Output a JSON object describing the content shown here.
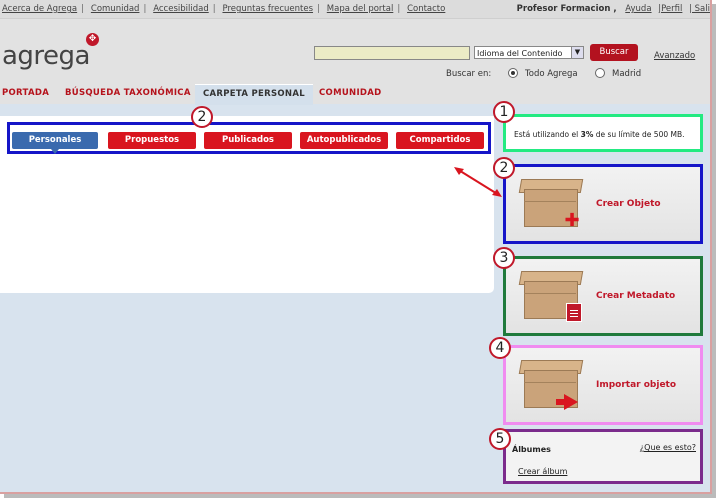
{
  "top_links": [
    "Acerca de Agrega",
    "Comunidad",
    "Accesibilidad",
    "Preguntas frecuentes",
    "Mapa del portal",
    "Contacto"
  ],
  "user": {
    "name": "Profesor Formacion ,",
    "help": "Ayuda",
    "profile": "|Perfil",
    "logout": "| Sali"
  },
  "brand": {
    "logo": "agrega"
  },
  "search": {
    "placeholder": "",
    "select_value": "Idioma del Contenido",
    "button": "Buscar",
    "advanced": "Avanzado",
    "scope_label": "Buscar en:",
    "scope_all": "Todo Agrega",
    "scope_local": "Madrid"
  },
  "nav": {
    "items": [
      "PORTADA",
      "BÚSQUEDA TAXONÓMICA",
      "CARPETA PERSONAL",
      "COMUNIDAD"
    ],
    "active": "CARPETA PERSONAL"
  },
  "tabs": [
    "Personales",
    "Propuestos",
    "Publicados",
    "Autopublicados",
    "Compartidos"
  ],
  "usage": {
    "prefix": "Está utilizando el ",
    "percent": "3%",
    "suffix": " de su límite de 500 MB."
  },
  "actions": [
    "Crear Objeto",
    "Crear Metadato",
    "Importar objeto"
  ],
  "albums": {
    "title": "Álbumes",
    "help": "¿Que es esto?",
    "create": "Crear álbum"
  },
  "callouts": [
    "1",
    "2",
    "2",
    "3",
    "4",
    "5"
  ],
  "colors": {
    "accent_red": "#c0182a",
    "tab_selected": "#3a6aae"
  }
}
